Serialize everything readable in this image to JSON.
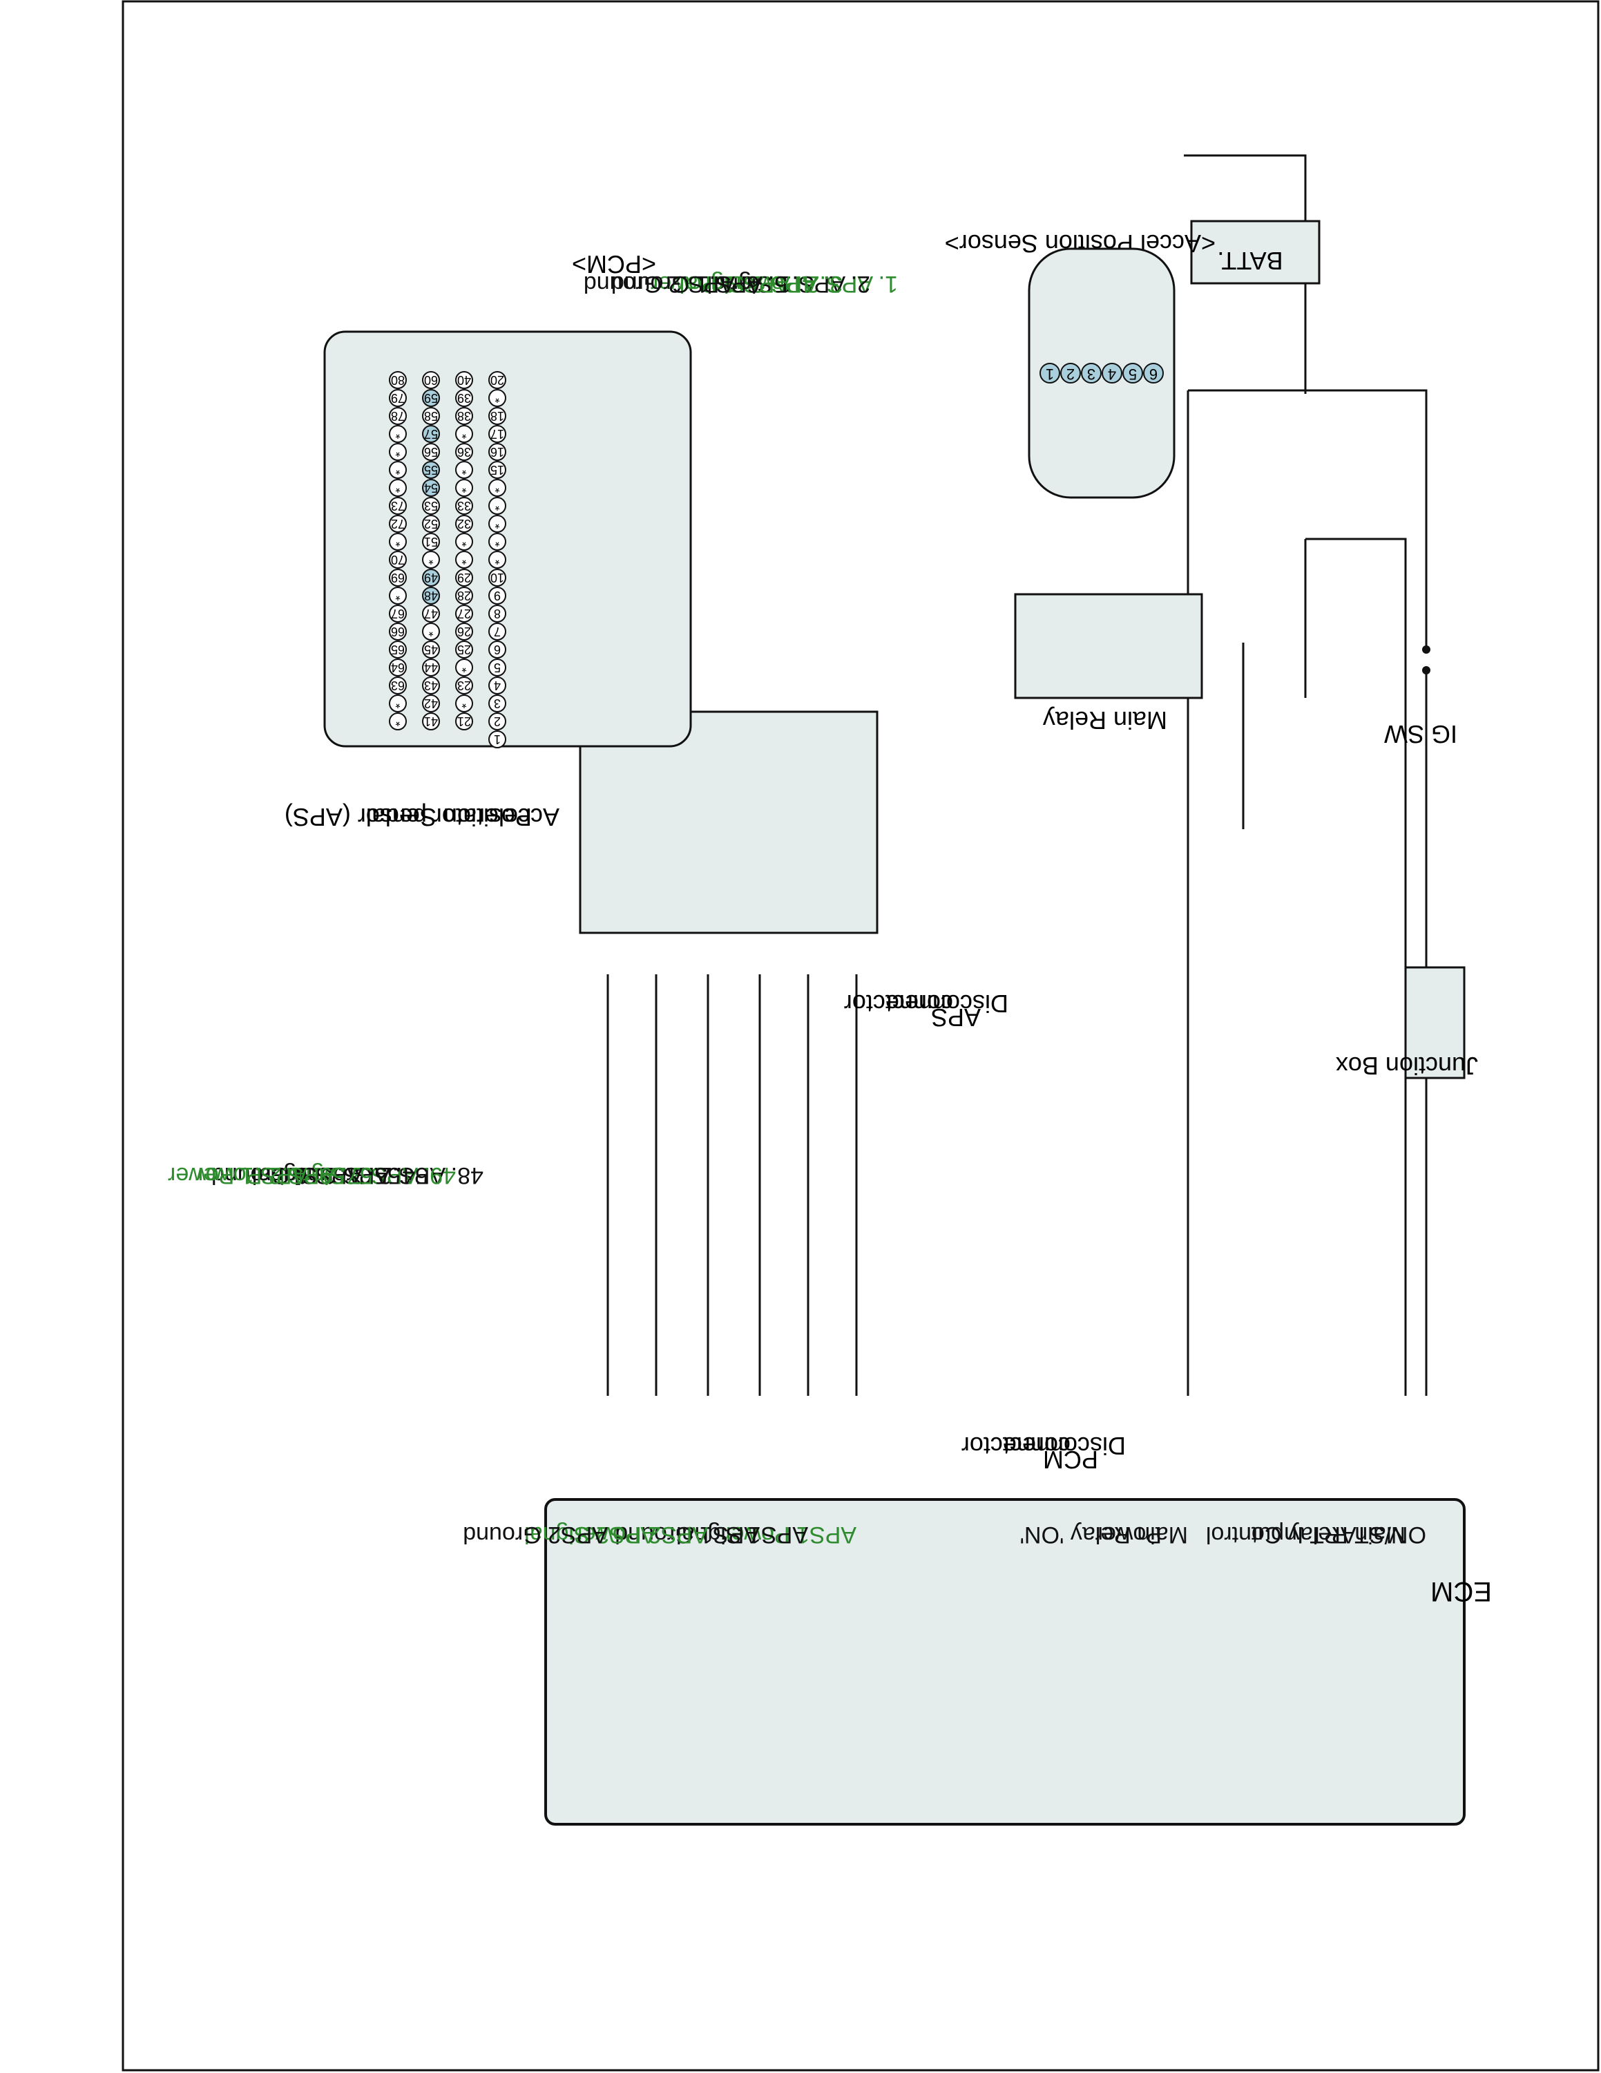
{
  "battery": {
    "label": "BATT.",
    "minus": "-",
    "plus": "+"
  },
  "ig_switch": {
    "label": "IG SW"
  },
  "main_relay": {
    "label": "Main Relay"
  },
  "junction_box": {
    "label": "Junction Box"
  },
  "aps_sensor": {
    "label_line1": "Accelerator pedal",
    "label_line2": "Position Sensor (APS)"
  },
  "disconnect_aps": {
    "line1": "Disconnect",
    "line2": "APS",
    "line3": "connector"
  },
  "disconnect_pcm": {
    "line1": "Disconnect",
    "line2": "PCM",
    "line3": "connector"
  },
  "ecm": {
    "title": "ECM",
    "pins": [
      {
        "label": "ON/START Input",
        "color": "#111111"
      },
      {
        "label": "Main Relay Control",
        "color": "#111111"
      },
      {
        "label": "Main Relay 'ON'",
        "label2": "Power",
        "color": "#111111"
      },
      {
        "label": "APS1 Power",
        "color": "#2e8b2e"
      },
      {
        "label": "APS1 Signal",
        "color": "#111111"
      },
      {
        "label": "APS1 Ground",
        "color": "#111111"
      },
      {
        "label": "APS2 Power",
        "color": "#2e8b2e"
      },
      {
        "label": "APS2 Signal",
        "color": "#2e8b2e"
      },
      {
        "label": "APS2 Ground",
        "color": "#111111"
      }
    ]
  },
  "aps_connector": {
    "title": "<Accel Position Sensor>",
    "pin_numbers": [
      "6",
      "5",
      "4",
      "3",
      "2",
      "1"
    ],
    "legend": [
      {
        "text": "1. APS.2 Power",
        "color": "#2e8b2e"
      },
      {
        "text": "2. APS.1 Signal",
        "color": "#111111"
      },
      {
        "text": "3. APS.2 Signal",
        "color": "#2e8b2e"
      },
      {
        "text": "4. APS.1 Power",
        "color": "#2e8b2e"
      },
      {
        "text": "5. APS.1 Ground",
        "color": "#111111"
      },
      {
        "text": "6. APS.2 Ground",
        "color": "#111111"
      }
    ]
  },
  "pcm_connector": {
    "title": "<PCM>",
    "row1": [
      "20",
      "*",
      "18",
      "17",
      "16",
      "15",
      "*",
      "*",
      "*",
      "*",
      "*",
      "10",
      "9",
      "8",
      "7",
      "6",
      "5",
      "4",
      "3",
      "2",
      "1"
    ],
    "row2": [
      "40",
      "39",
      "38",
      "*",
      "36",
      "*",
      "*",
      "33",
      "32",
      "*",
      "*",
      "29",
      "28",
      "27",
      "26",
      "25",
      "*",
      "23",
      "*",
      "21"
    ],
    "row3": [
      "60",
      "59",
      "58",
      "57",
      "56",
      "55",
      "54",
      "53",
      "52",
      "51",
      "*",
      "49",
      "48",
      "47",
      "*",
      "45",
      "44",
      "43",
      "42",
      "41"
    ],
    "row4": [
      "80",
      "79",
      "78",
      "*",
      "*",
      "*",
      "*",
      "73",
      "72",
      "*",
      "70",
      "69",
      "*",
      "67",
      "66",
      "65",
      "64",
      "63",
      "*",
      "*"
    ],
    "highlighted": [
      "59",
      "57",
      "55",
      "54",
      "49",
      "48"
    ],
    "legend": [
      {
        "text": "48. APS.2 Ground",
        "color": "#111111"
      },
      {
        "text": "49. APS.2 Signal",
        "color": "#2e8b2e"
      },
      {
        "text": "54. APS.1 Signal",
        "color": "#111111"
      },
      {
        "text": "55. APS.1 Ground",
        "color": "#111111"
      },
      {
        "text": "57. APS.2 Power",
        "color": "#2e8b2e"
      },
      {
        "text": "59. APS.1 Power",
        "color": "#2e8b2e"
      }
    ]
  },
  "colors": {
    "green": "#2e8b2e",
    "orange": "#f26a1b",
    "blue": "#1f2ee0",
    "pin_highlight": "#a9cfdc",
    "box_fill": "#e4ecec"
  }
}
